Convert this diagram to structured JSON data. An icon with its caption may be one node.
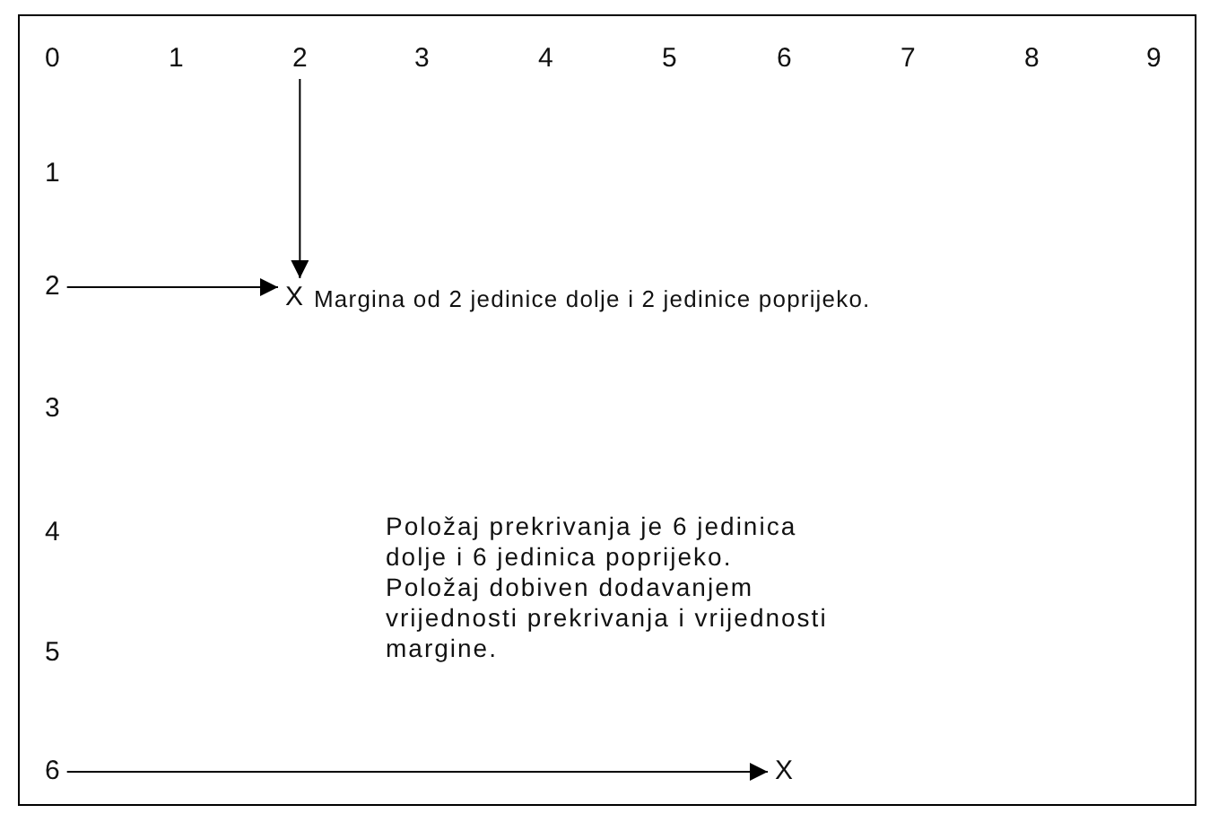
{
  "diagram": {
    "nodes": [
      {
        "text": [
          "2"
        ]
      },
      {
        "text": [
          "2"
        ]
      },
      {
        "text": [
          "X"
        ]
      },
      {
        "text": [
          "6"
        ]
      },
      {
        "text": [
          "X"
        ]
      }
    ],
    "edges": [
      {
        "from": 0,
        "to": 2,
        "arrow": "to"
      },
      {
        "from": 1,
        "to": 2,
        "arrow": "to"
      },
      {
        "from": 3,
        "to": 4,
        "arrow": "to"
      }
    ],
    "labels": [
      "0",
      "1",
      "3",
      "4",
      "5",
      "6",
      "7",
      "8",
      "9",
      "1",
      "Margina od 2 jedinice dolje i 2 jedinice poprijeko.",
      "3",
      "4",
      "Položaj prekrivanja je 6 jedinica dolje i 6 jedinica poprijeko. Položaj dobiven dodavanjem vrijednosti prekrivanja i vrijednosti margine.",
      "5"
    ]
  }
}
